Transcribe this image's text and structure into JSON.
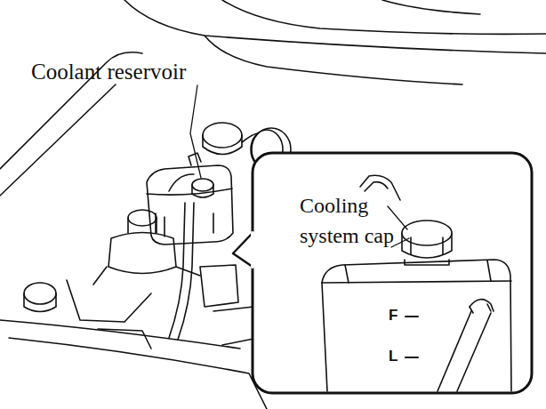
{
  "diagram": {
    "labels": [
      "Coolant reservoir",
      "Cooling system cap",
      "F",
      "L"
    ]
  }
}
